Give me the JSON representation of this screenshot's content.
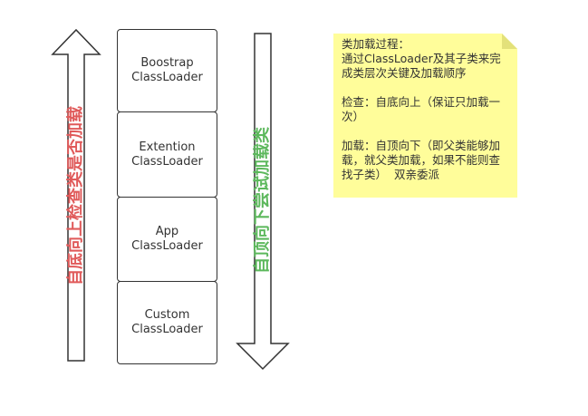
{
  "boxes": [
    {
      "line1": "Boostrap",
      "line2": "ClassLoader"
    },
    {
      "line1": "Extention",
      "line2": "ClassLoader"
    },
    {
      "line1": "App",
      "line2": "ClassLoader"
    },
    {
      "line1": "Custom",
      "line2": "ClassLoader"
    }
  ],
  "labels": {
    "up": "自底向上检查类是否加载",
    "down": "自顶向下尝试加载类"
  },
  "note": {
    "line1": "类加载过程：",
    "line2": "通过ClassLoader及其子类来完成类层次关键及加载顺序",
    "check": "检查：自底向上（保证只加载一次）",
    "load": "加载：自顶向下（即父类能够加载，就父类加载，如果不能则查找子类）  双亲委派"
  },
  "colors": {
    "up_label": "#e05a5a",
    "down_label": "#5cb85c",
    "note_bg": "#fffd9a",
    "note_fold": "#e3e17a",
    "stroke": "#333333"
  }
}
